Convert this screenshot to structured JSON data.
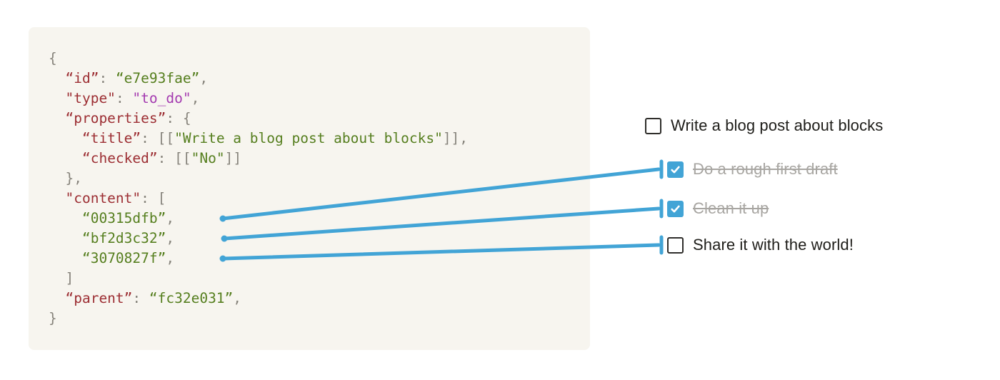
{
  "code": {
    "lines": [
      {
        "tokens": [
          {
            "t": "{"
          }
        ]
      },
      {
        "tokens": [
          {
            "t": "  "
          },
          {
            "t": "“id”"
          },
          {
            "t": ": "
          },
          {
            "t": "“e7e93fae”"
          },
          {
            "t": ","
          }
        ]
      },
      {
        "tokens": [
          {
            "t": "  "
          },
          {
            "t": "\"type\""
          },
          {
            "t": ": "
          },
          {
            "t": "\"to_do\""
          },
          {
            "t": ","
          }
        ]
      },
      {
        "tokens": [
          {
            "t": "  "
          },
          {
            "t": "“properties”"
          },
          {
            "t": ": {"
          }
        ]
      },
      {
        "tokens": [
          {
            "t": "    "
          },
          {
            "t": "“title”"
          },
          {
            "t": ": [["
          },
          {
            "t": "\"Write a blog post about blocks\""
          },
          {
            "t": "]],"
          }
        ]
      },
      {
        "tokens": [
          {
            "t": "    "
          },
          {
            "t": "“checked”"
          },
          {
            "t": ": [["
          },
          {
            "t": "\"No\""
          },
          {
            "t": "]]"
          }
        ]
      },
      {
        "tokens": [
          {
            "t": "  },"
          }
        ]
      },
      {
        "tokens": [
          {
            "t": "  "
          },
          {
            "t": "\"content\""
          },
          {
            "t": ": ["
          }
        ]
      },
      {
        "tokens": [
          {
            "t": "    "
          },
          {
            "t": "“00315dfb”"
          },
          {
            "t": ","
          }
        ]
      },
      {
        "tokens": [
          {
            "t": "    "
          },
          {
            "t": "“bf2d3c32”"
          },
          {
            "t": ","
          }
        ]
      },
      {
        "tokens": [
          {
            "t": "    "
          },
          {
            "t": "“3070827f”"
          },
          {
            "t": ","
          }
        ]
      },
      {
        "tokens": [
          {
            "t": "  ]"
          }
        ]
      },
      {
        "tokens": [
          {
            "t": "  "
          },
          {
            "t": "“parent”"
          },
          {
            "t": ": "
          },
          {
            "t": "“fc32e031”"
          },
          {
            "t": ","
          }
        ]
      },
      {
        "tokens": [
          {
            "t": "}"
          }
        ]
      }
    ]
  },
  "todo": {
    "items": [
      {
        "label": "Write a blog post about blocks",
        "checked": false
      },
      {
        "label": "Do a rough first draft",
        "checked": true
      },
      {
        "label": "Clean it up",
        "checked": true
      },
      {
        "label": "Share it with the world!",
        "checked": false
      }
    ]
  },
  "colors": {
    "connector_blue": "#42a4d6",
    "checkbox_checked_blue": "#42a4d6",
    "code_panel_background": "#f7f5ef",
    "code_key": "#9d2f34",
    "code_string": "#567f1f",
    "code_keyword": "#a43bb0",
    "code_punctuation": "#87847c",
    "todo_text": "#1f1e1a",
    "todo_done_text": "#a8a6a2"
  }
}
